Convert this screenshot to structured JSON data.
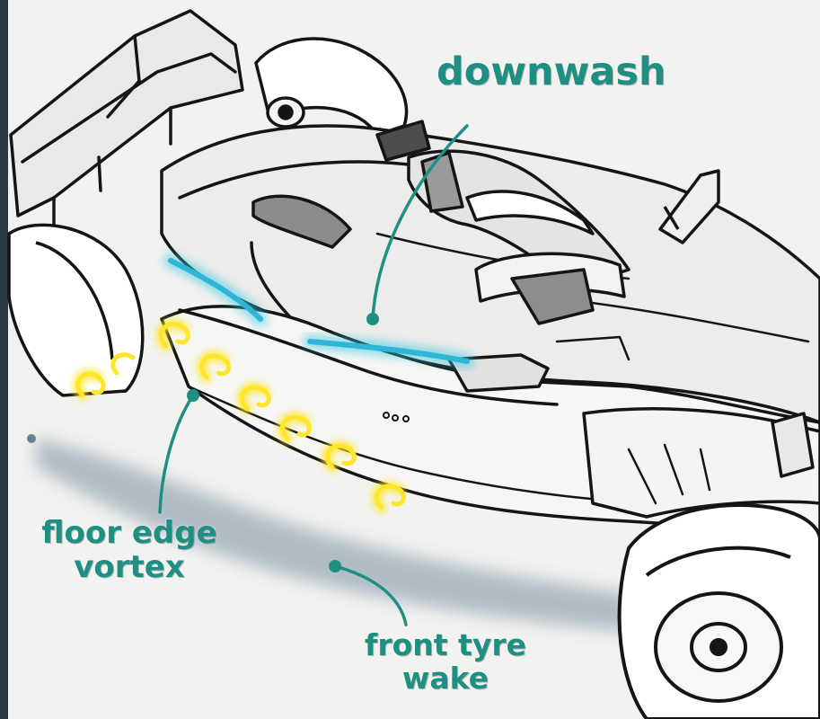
{
  "labels": {
    "downwash": "downwash",
    "floor_edge_vortex": [
      "floor edge",
      "vortex"
    ],
    "front_tyre_wake": [
      "front tyre",
      "wake"
    ]
  },
  "colors": {
    "annotation": "#1f8f84",
    "downwash_flow": "#38c6e0",
    "vortex": "#ffe629",
    "wake_shadow": "#9aacb9",
    "ink": "#151515",
    "panel_fill": "#e6e6e6",
    "dark_fill": "#8c8c8c"
  }
}
